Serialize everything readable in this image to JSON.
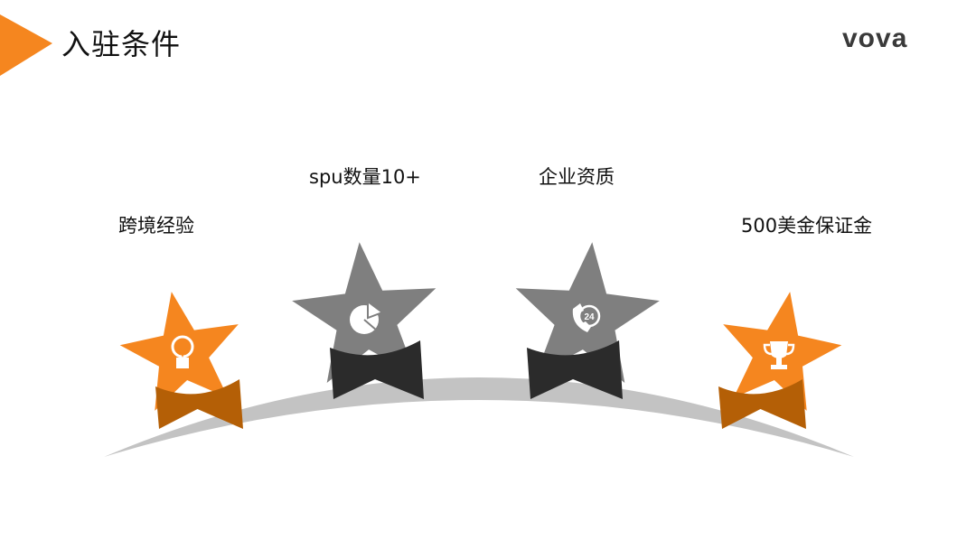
{
  "header": {
    "title": "入驻条件",
    "logo": "vova"
  },
  "items": [
    {
      "label": "跨境经验",
      "icon": "lightbulb-icon",
      "color": "#f5861f",
      "ribbon": "#b45f06"
    },
    {
      "label": "spu数量10+",
      "icon": "pie-chart-icon",
      "color": "#7f7f7f",
      "ribbon": "#2b2b2b"
    },
    {
      "label": "企业资质",
      "icon": "phone-24-icon",
      "color": "#7f7f7f",
      "ribbon": "#2b2b2b"
    },
    {
      "label": "500美金保证金",
      "icon": "trophy-icon",
      "color": "#f5861f",
      "ribbon": "#b45f06"
    }
  ],
  "colors": {
    "accent": "#f5861f",
    "arc": "#c3c3c3"
  }
}
